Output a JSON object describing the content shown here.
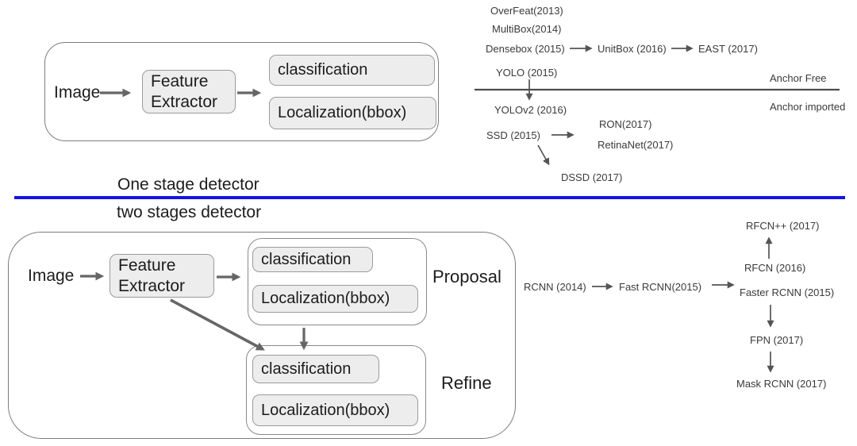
{
  "divider": {
    "one_stage_label": "One stage detector",
    "two_stage_label": "two stages detector"
  },
  "pipeline_labels": {
    "image": "Image",
    "feature_extractor": "Feature Extractor",
    "classification": "classification",
    "localization": "Localization(bbox)"
  },
  "one_stage": {
    "timeline": {
      "overfeat": "OverFeat(2013)",
      "multibox": "MultiBox(2014)",
      "densebox": "Densebox (2015)",
      "unitbox": "UnitBox (2016)",
      "east": "EAST (2017)",
      "yolo": "YOLO (2015)",
      "yolov2": "YOLOv2 (2016)",
      "ssd": "SSD (2015)",
      "ron": "RON(2017)",
      "retinanet": "RetinaNet(2017)",
      "dssd": "DSSD (2017)",
      "anchor_free": "Anchor Free",
      "anchor_imported": "Anchor imported"
    }
  },
  "two_stage": {
    "proposal_label": "Proposal",
    "refine_label": "Refine",
    "timeline": {
      "rcnn": "RCNN (2014)",
      "fast_rcnn": "Fast RCNN(2015)",
      "faster_rcnn": "Faster RCNN (2015)",
      "rfcn": "RFCN (2016)",
      "rfcn_pp": "RFCN++ (2017)",
      "fpn": "FPN (2017)",
      "mask_rcnn": "Mask RCNN (2017)"
    }
  },
  "colors": {
    "divider_blue": "#1414e6",
    "box_fill": "#ededed",
    "box_border": "#9b9b9b",
    "outline_border": "#7d7d7d",
    "arrow_gray": "#666666",
    "timeline_text": "#3a3a3a",
    "text": "#1c1c1c"
  }
}
